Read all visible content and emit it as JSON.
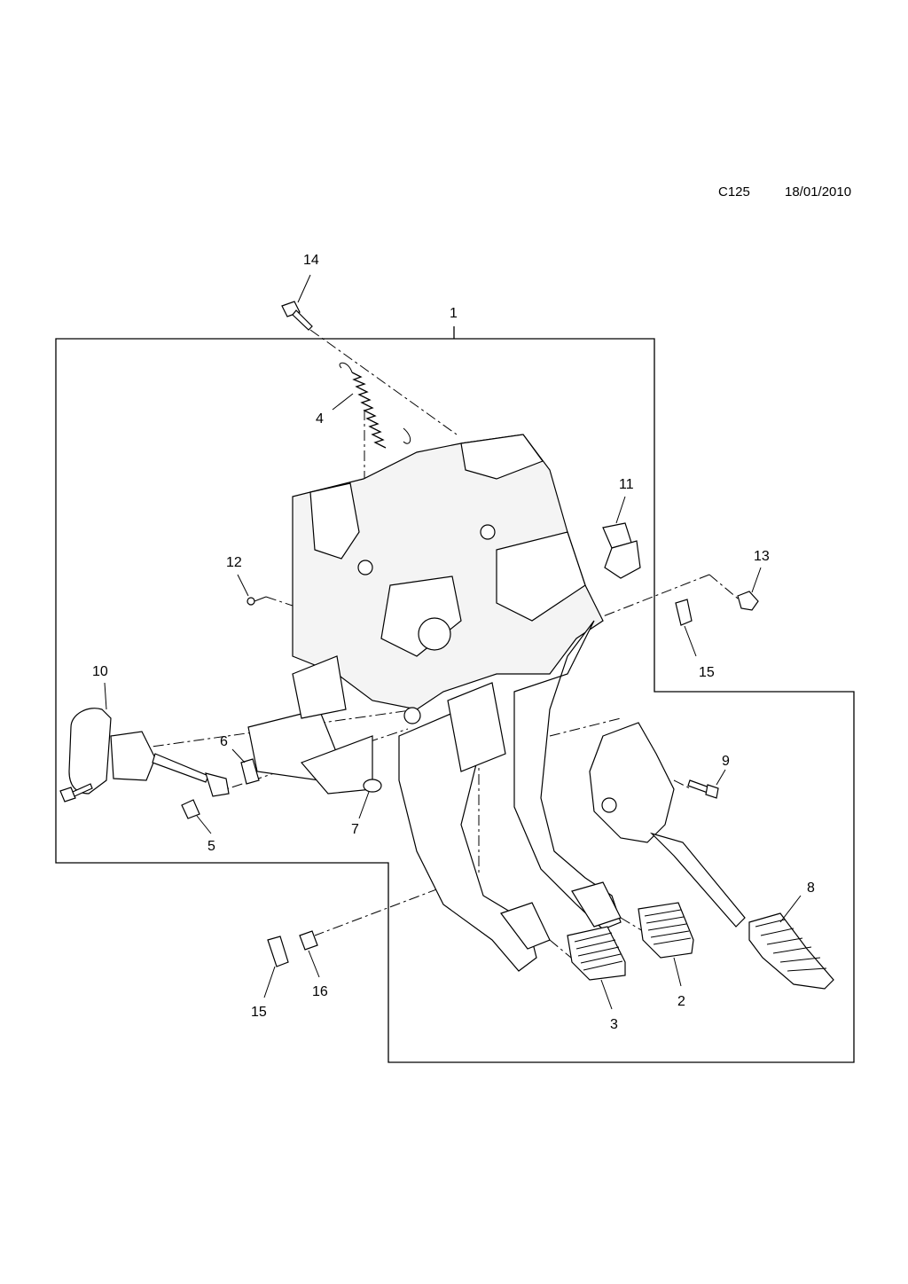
{
  "header": {
    "code": "C125",
    "date": "18/01/2010"
  },
  "callouts": [
    "14",
    "1",
    "4",
    "11",
    "12",
    "13",
    "15",
    "10",
    "6",
    "9",
    "7",
    "5",
    "8",
    "15",
    "16",
    "2",
    "3"
  ],
  "icons": {
    "diagram": "pedal-box-assembly-exploded-view"
  }
}
